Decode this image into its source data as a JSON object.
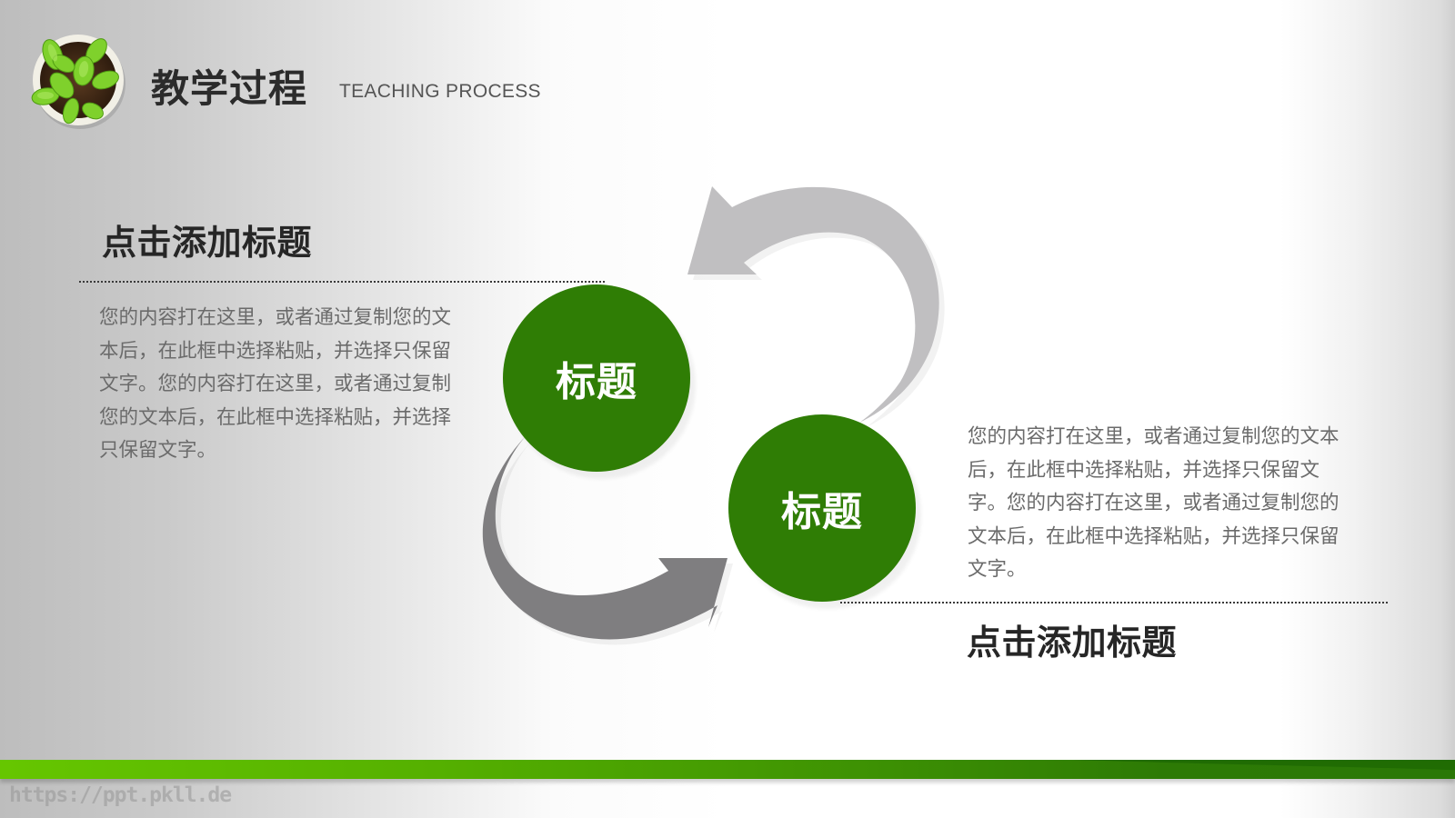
{
  "header": {
    "title": "教学过程",
    "subtitle": "TEACHING PROCESS",
    "logo_icon": "potted-plant-icon"
  },
  "sections": [
    {
      "title": "点击添加标题",
      "body": "您的内容打在这里，或者通过复制您的文本后，在此框中选择粘贴，并选择只保留文字。您的内容打在这里，或者通过复制您的文本后，在此框中选择粘贴，并选择只保留文字。"
    },
    {
      "title": "点击添加标题",
      "body": "您的内容打在这里，或者通过复制您的文本后，在此框中选择粘贴，并选择只保留文字。您的内容打在这里，或者通过复制您的文本后，在此框中选择粘贴，并选择只保留文字。"
    }
  ],
  "diagram": {
    "circles": [
      {
        "label": "标题"
      },
      {
        "label": "标题"
      }
    ],
    "arrows": [
      {
        "name": "curved-arrow-top",
        "color": "#c0bfc1"
      },
      {
        "name": "curved-arrow-bottom",
        "color": "#7f7e80"
      }
    ]
  },
  "footer": {
    "watermark": "https://ppt.pkll.de"
  },
  "colors": {
    "accent_green": "#2f7d05",
    "bar_green_light": "#66c600",
    "bar_green_dark": "#2a7806",
    "title_text": "#262626",
    "body_text": "#6b6b6b"
  }
}
